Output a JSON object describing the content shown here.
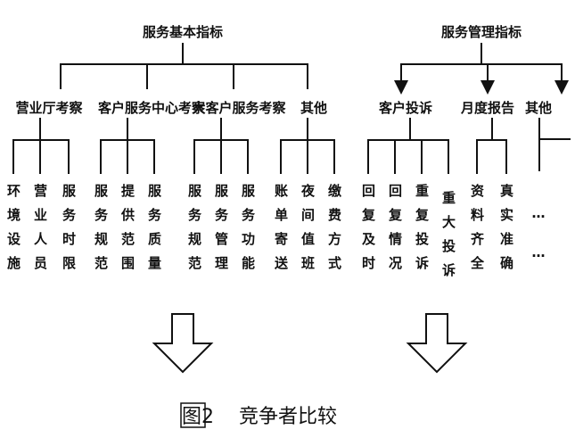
{
  "left_tree": {
    "title": "服务基本指标",
    "groups": [
      {
        "label": "营业厅考察",
        "leaves": [
          "环境设施",
          "营业人员",
          "服务时限"
        ]
      },
      {
        "label": "客户服务中心考察",
        "leaves": [
          "服务规范",
          "提供范围",
          "服务质量"
        ]
      },
      {
        "label": "大客户服务考察",
        "leaves": [
          "服务规范",
          "服务管理",
          "服务功能"
        ]
      },
      {
        "label": "其他",
        "leaves": [
          "账单寄送",
          "夜间值班",
          "缴费方式"
        ]
      }
    ]
  },
  "right_tree": {
    "title": "服务管理指标",
    "groups": [
      {
        "label": "客户投诉",
        "leaves": [
          "回复及时",
          "回复情况",
          "重复投诉",
          "重大投诉"
        ]
      },
      {
        "label": "月度报告",
        "leaves": [
          "资料齐全",
          "真实准确"
        ]
      },
      {
        "label": "其他",
        "leaves": []
      }
    ],
    "ellipsis": [
      "…",
      "…"
    ]
  },
  "caption": {
    "figure": "图2",
    "text": "竞争者比较"
  }
}
